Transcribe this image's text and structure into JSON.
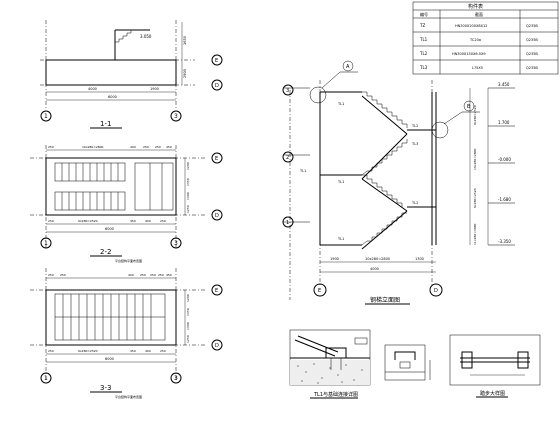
{
  "sheet": {
    "table": {
      "title": "构件表",
      "header": [
        "编号",
        "截面",
        ""
      ],
      "rows": [
        [
          "TZ",
          "HN300X200X8X12",
          "Q235B"
        ],
        [
          "TL1",
          "TC20a",
          "Q235B"
        ],
        [
          "TL2",
          "HN300X150X6.5X9",
          "Q235B"
        ],
        [
          "TL3",
          "L75X5",
          "Q235B"
        ]
      ]
    },
    "section_1": {
      "title": "1-1",
      "level": "3.050",
      "dims": [
        "4000",
        "1900",
        "6000",
        "1350",
        "1650",
        "2900",
        "4500"
      ],
      "axes": [
        "1",
        "3",
        "E",
        "D"
      ]
    },
    "section_2": {
      "title": "2-2",
      "note": "平台结构平面布置图",
      "dims_top": [
        "250",
        "10x280=2800",
        "400",
        "250",
        "250",
        "450"
      ],
      "dims_bottom": [
        "250",
        "9x280=2520",
        "450",
        "400",
        "250",
        "6000"
      ],
      "side_dims": [
        "1200",
        "1350",
        "1300",
        "1250"
      ],
      "axes": [
        "1",
        "3",
        "E",
        "D"
      ]
    },
    "section_3": {
      "title": "3-3",
      "note": "平台结构平面布置图",
      "dims_top": [
        "250",
        "250",
        "400",
        "250",
        "250",
        "250",
        "450"
      ],
      "dims_bottom": [
        "250",
        "9x280=2520",
        "450",
        "400",
        "250",
        "6000"
      ],
      "side_dims": [
        "1200",
        "1350",
        "1300",
        "1250"
      ],
      "axes": [
        "1",
        "3",
        "E",
        "D"
      ]
    },
    "elevation": {
      "title": "钢梯立面图",
      "levels": [
        "3.450",
        "1.700",
        "-0.000",
        "-1.680",
        "-3.350"
      ],
      "right_dims": [
        "9x280=2520",
        "10x280=2800",
        "9x280=2520",
        "11x280=3080"
      ],
      "bottom_dims": [
        "1900",
        "10x280=2800",
        "1300",
        "4000"
      ],
      "labels": [
        "TL1",
        "TL1",
        "TL1",
        "TL2",
        "TL2",
        "TL3",
        "TL1"
      ],
      "axes": [
        "3",
        "2",
        "1",
        "E",
        "D"
      ],
      "callouts": [
        "A",
        "B"
      ]
    },
    "detail_1": {
      "title": "TL1与基础连接详图"
    },
    "detail_2": {
      "title": "踏步大样图"
    }
  }
}
